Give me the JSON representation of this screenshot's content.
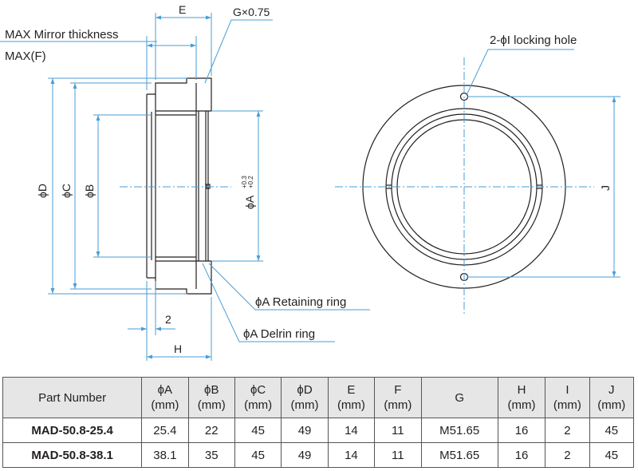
{
  "labels": {
    "E": "E",
    "G": "G×0.75",
    "max_mirror": "MAX Mirror thickness",
    "max_f": "MAX(F)",
    "locking_hole": "2-ϕI locking hole",
    "phiD": "ϕD",
    "phiC": "ϕC",
    "phiB": "ϕB",
    "phiA": "ϕA",
    "tol_plus": "+0.3",
    "tol_minus": "+0.2",
    "J": "J",
    "retaining_ring": "ϕA Retaining ring",
    "delrin_ring": "ϕA Delrin ring",
    "dim_2": "2",
    "H": "H"
  },
  "table": {
    "headers": [
      {
        "l1": "Part Number",
        "l2": ""
      },
      {
        "l1": "ϕA",
        "l2": "(mm)"
      },
      {
        "l1": "ϕB",
        "l2": "(mm)"
      },
      {
        "l1": "ϕC",
        "l2": "(mm)"
      },
      {
        "l1": "ϕD",
        "l2": "(mm)"
      },
      {
        "l1": "E",
        "l2": "(mm)"
      },
      {
        "l1": "F",
        "l2": "(mm)"
      },
      {
        "l1": "G",
        "l2": ""
      },
      {
        "l1": "H",
        "l2": "(mm)"
      },
      {
        "l1": "I",
        "l2": "(mm)"
      },
      {
        "l1": "J",
        "l2": "(mm)"
      }
    ],
    "rows": [
      [
        "MAD-50.8-25.4",
        "25.4",
        "22",
        "45",
        "49",
        "14",
        "11",
        "M51.65",
        "16",
        "2",
        "45"
      ],
      [
        "MAD-50.8-38.1",
        "38.1",
        "35",
        "45",
        "49",
        "14",
        "11",
        "M51.65",
        "16",
        "2",
        "45"
      ]
    ]
  },
  "colors": {
    "dimension": "#4a9ed6",
    "outline": "#231f20",
    "header_bg": "#e6e6e6"
  }
}
